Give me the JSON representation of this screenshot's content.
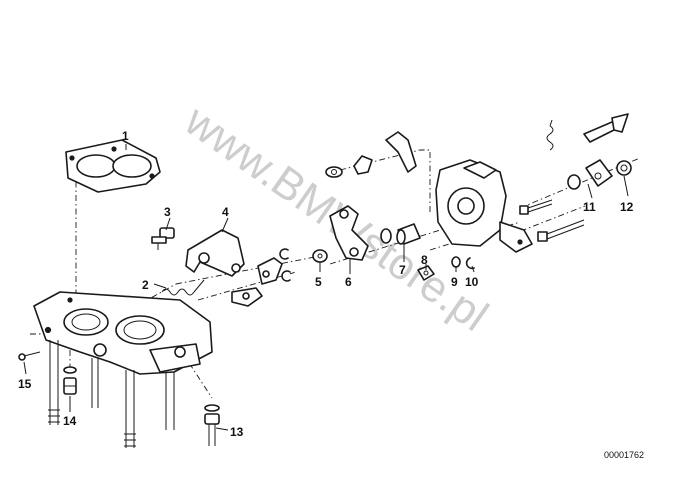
{
  "diagram": {
    "watermark": "www.BMWstore.pl",
    "reference_code": "00001762",
    "callouts": [
      "1",
      "2",
      "3",
      "4",
      "5",
      "6",
      "7",
      "8",
      "9",
      "10",
      "11",
      "12",
      "13",
      "14",
      "15"
    ]
  }
}
